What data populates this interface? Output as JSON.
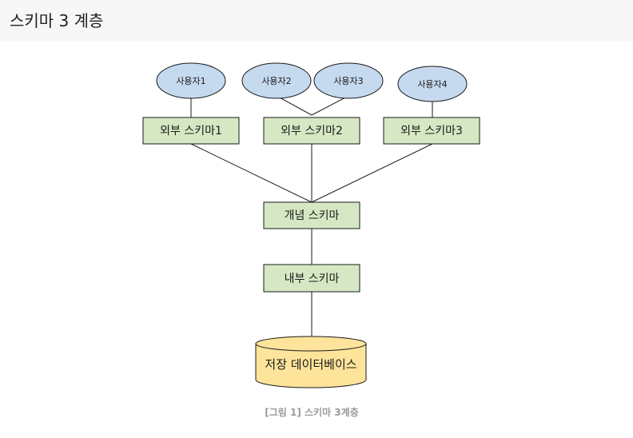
{
  "page": {
    "title": "스키마 3 계층",
    "caption": "[그림 1] 스키마 3계층"
  },
  "users": [
    "사용자1",
    "사용자2",
    "사용자3",
    "사용자4"
  ],
  "external_schemas": [
    "외부 스키마1",
    "외부 스키마2",
    "외부 스키마3"
  ],
  "conceptual_schema": "개념 스키마",
  "internal_schema": "내부 스키마",
  "database": "저장 데이터베이스",
  "colors": {
    "ellipse_fill": "#c5d9ef",
    "box_fill": "#d5e8c3",
    "db_fill": "#fde49a",
    "stroke": "#1a1a1a",
    "header_bg": "#f7f7f7",
    "caption": "#9a9a9a"
  }
}
